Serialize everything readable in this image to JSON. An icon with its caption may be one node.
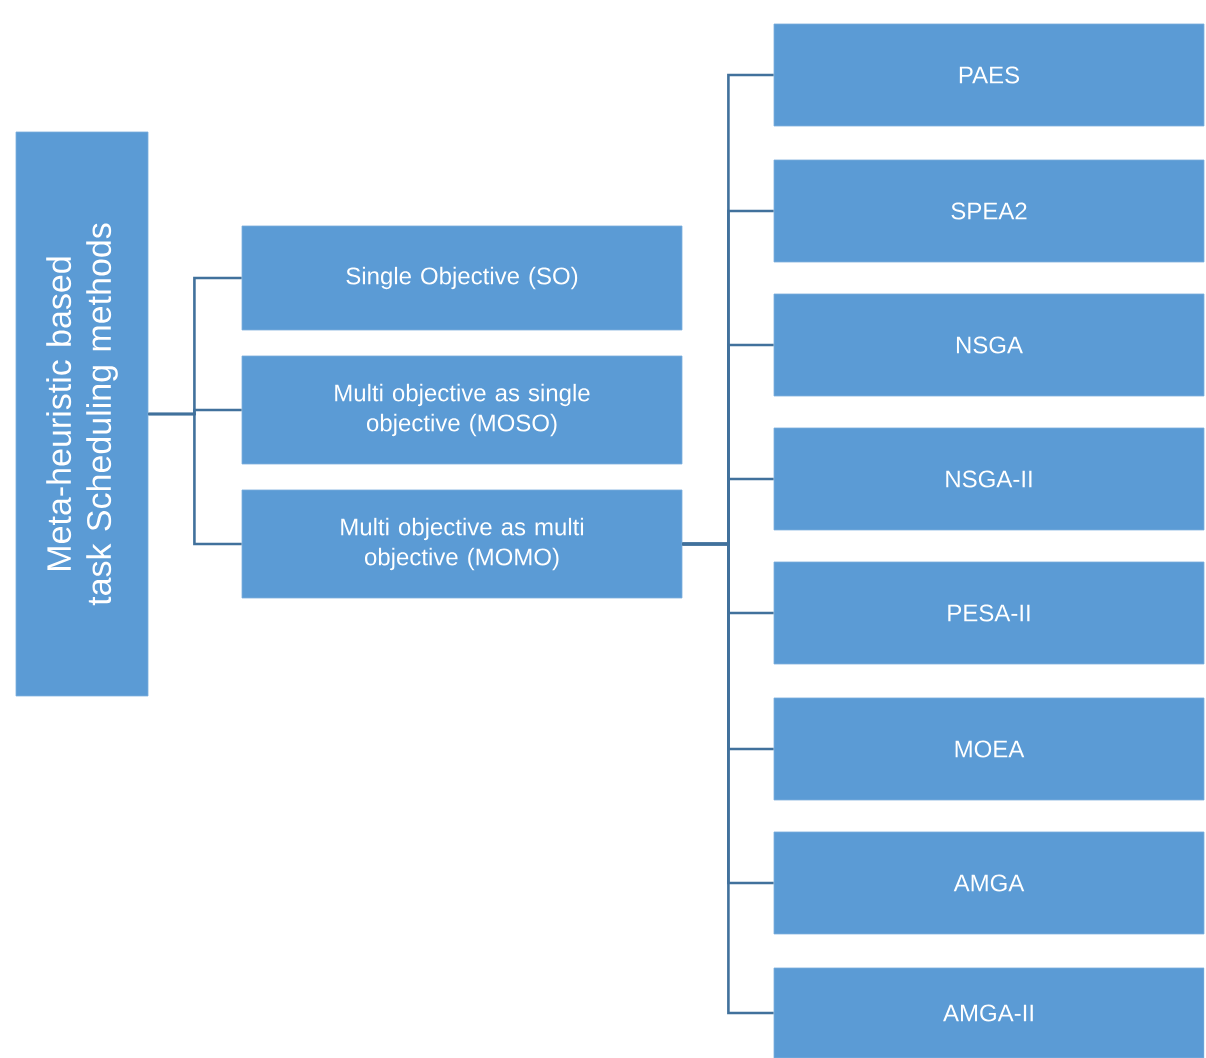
{
  "diagram": {
    "nodes": [
      {
        "text": [
          "Meta-heuristic based task Scheduling methods"
        ]
      },
      {
        "text": [
          "Single Objective (SO)"
        ]
      },
      {
        "text": [
          "Multi objective as single objective (MOSO)"
        ]
      },
      {
        "text": [
          "Multi objective as multi objective (MOMO)"
        ]
      },
      {
        "text": [
          "PAES"
        ]
      },
      {
        "text": [
          "SPEA2"
        ]
      },
      {
        "text": [
          "NSGA"
        ]
      },
      {
        "text": [
          "NSGA-II"
        ]
      },
      {
        "text": [
          "PESA-II"
        ]
      },
      {
        "text": [
          "MOEA"
        ]
      },
      {
        "text": [
          "AMGA"
        ]
      },
      {
        "text": [
          "AMGA-II"
        ]
      }
    ],
    "edges": [
      {
        "from": 0,
        "to": 1,
        "arrow": "none"
      },
      {
        "from": 0,
        "to": 2,
        "arrow": "none"
      },
      {
        "from": 0,
        "to": 3,
        "arrow": "none"
      },
      {
        "from": 3,
        "to": 4,
        "arrow": "none"
      },
      {
        "from": 3,
        "to": 5,
        "arrow": "none"
      },
      {
        "from": 3,
        "to": 6,
        "arrow": "none"
      },
      {
        "from": 3,
        "to": 7,
        "arrow": "none"
      },
      {
        "from": 3,
        "to": 8,
        "arrow": "none"
      },
      {
        "from": 3,
        "to": 9,
        "arrow": "none"
      },
      {
        "from": 3,
        "to": 10,
        "arrow": "none"
      },
      {
        "from": 3,
        "to": 11,
        "arrow": "none"
      }
    ]
  }
}
